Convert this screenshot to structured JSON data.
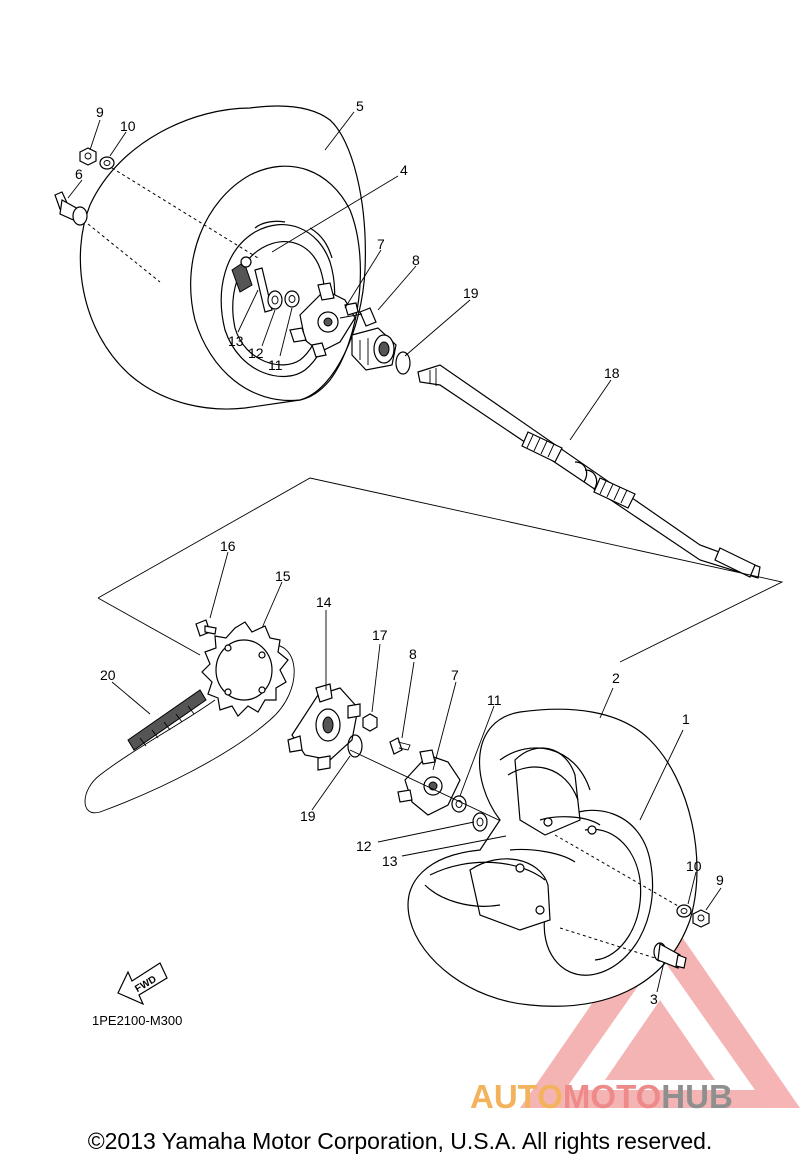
{
  "callouts": {
    "c1": "1",
    "c2": "2",
    "c3": "3",
    "c4": "4",
    "c5": "5",
    "c6": "6",
    "c7a": "7",
    "c7b": "7",
    "c8a": "8",
    "c8b": "8",
    "c9a": "9",
    "c9b": "9",
    "c10a": "10",
    "c10b": "10",
    "c11a": "11",
    "c11b": "11",
    "c12a": "12",
    "c12b": "12",
    "c13a": "13",
    "c13b": "13",
    "c14": "14",
    "c15": "15",
    "c16": "16",
    "c17": "17",
    "c18": "18",
    "c19a": "19",
    "c19b": "19",
    "c20": "20"
  },
  "fwd_label": "FWD",
  "diagram_code": "1PE2100-M300",
  "copyright": "©2013 Yamaha Motor Corporation, U.S.A. All rights reserved.",
  "watermark": {
    "auto": "AUTO",
    "moto": "MOTO",
    "hub": "HUB"
  },
  "colors": {
    "watermark_red": "#ef8a8a",
    "watermark_orange": "#f2b35c",
    "watermark_gray": "#8f8f8f"
  }
}
